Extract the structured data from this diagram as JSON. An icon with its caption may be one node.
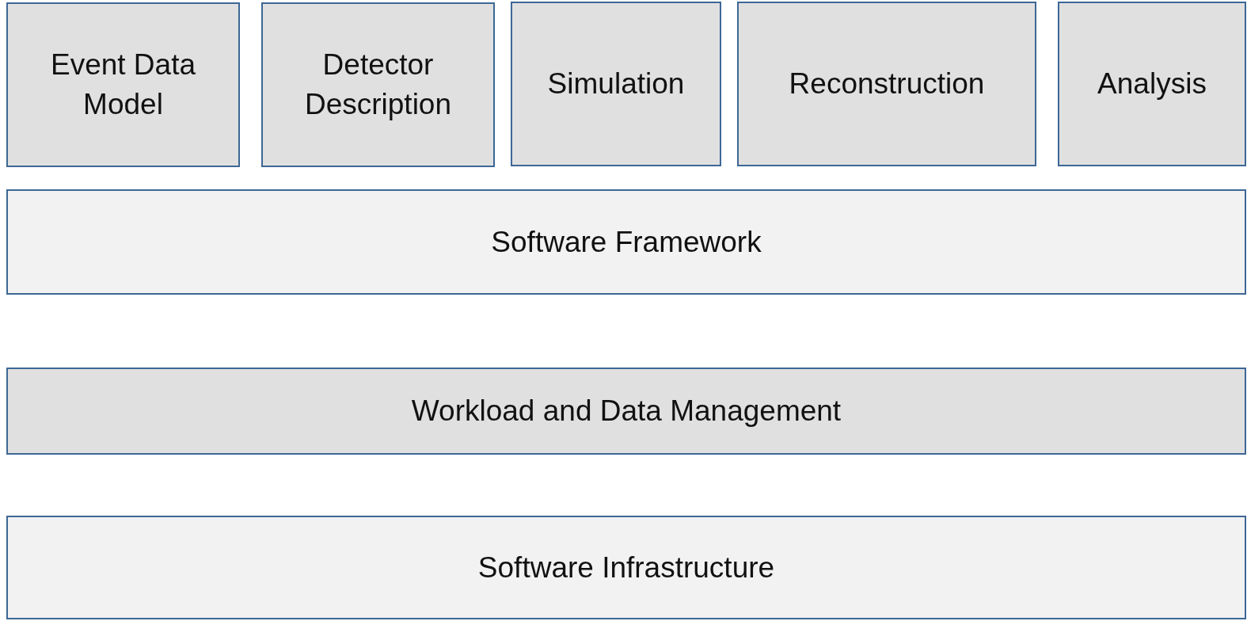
{
  "diagram": {
    "nodes": [
      {
        "text": [
          "Event Data Model"
        ]
      },
      {
        "text": [
          "Detector Description"
        ]
      },
      {
        "text": [
          "Simulation"
        ]
      },
      {
        "text": [
          "Reconstruction"
        ]
      },
      {
        "text": [
          "Analysis"
        ]
      },
      {
        "text": [
          "Software Framework"
        ]
      },
      {
        "text": [
          "Workload and Data Management"
        ]
      },
      {
        "text": [
          "Software Infrastructure"
        ]
      }
    ]
  }
}
